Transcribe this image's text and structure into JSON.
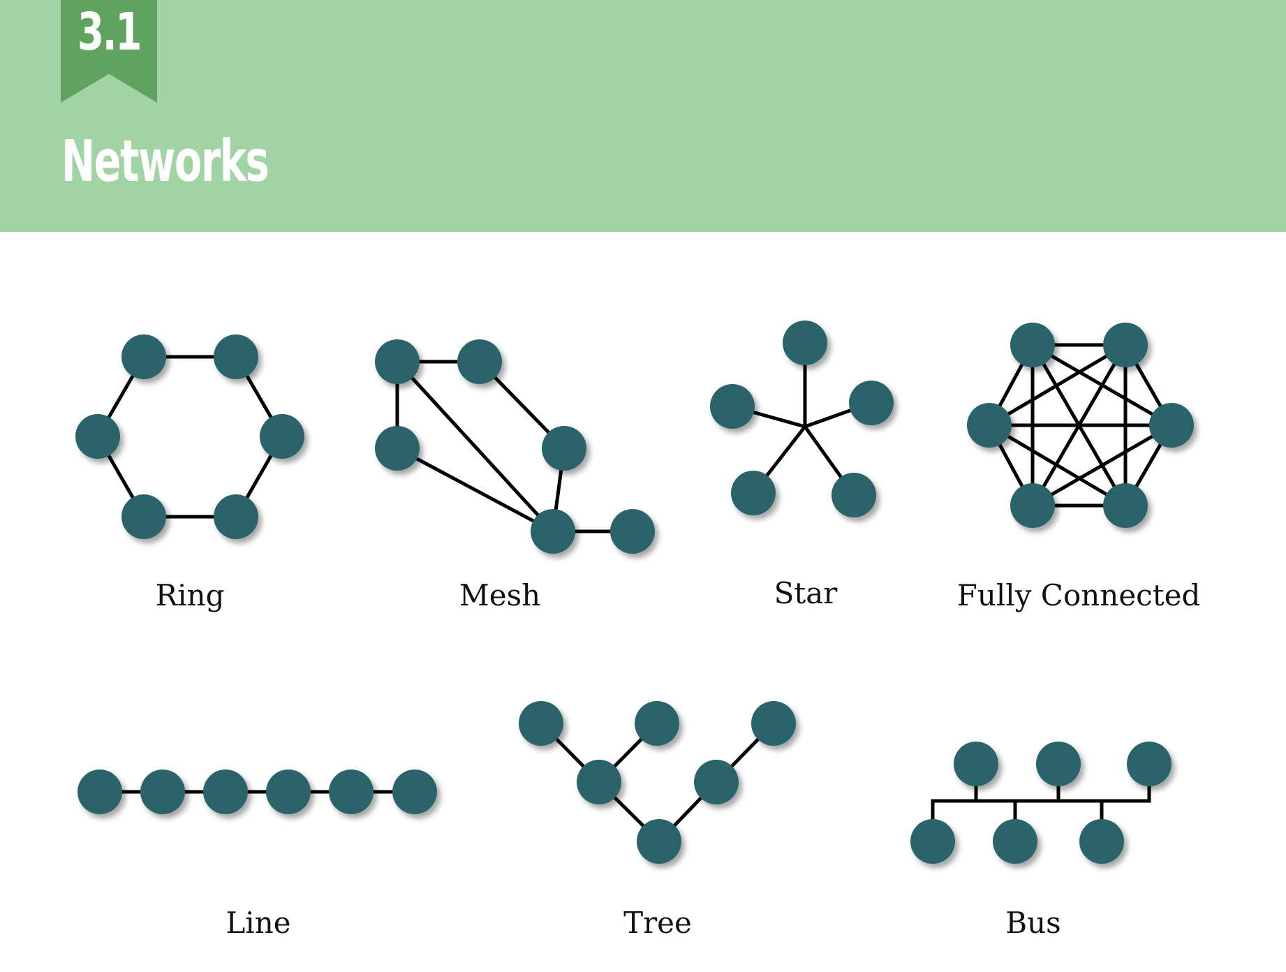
{
  "header": {
    "section_number": "3.1",
    "title": "Networks"
  },
  "colors": {
    "header_bg": "#a2d3a5",
    "ribbon": "#5fa35f",
    "node": "#2a636b",
    "edge": "#000000"
  },
  "topologies": [
    {
      "id": "ring",
      "label": "Ring"
    },
    {
      "id": "mesh",
      "label": "Mesh"
    },
    {
      "id": "star",
      "label": "Star"
    },
    {
      "id": "fully-connected",
      "label": "Fully Connected"
    },
    {
      "id": "line",
      "label": "Line"
    },
    {
      "id": "tree",
      "label": "Tree"
    },
    {
      "id": "bus",
      "label": "Bus"
    }
  ]
}
